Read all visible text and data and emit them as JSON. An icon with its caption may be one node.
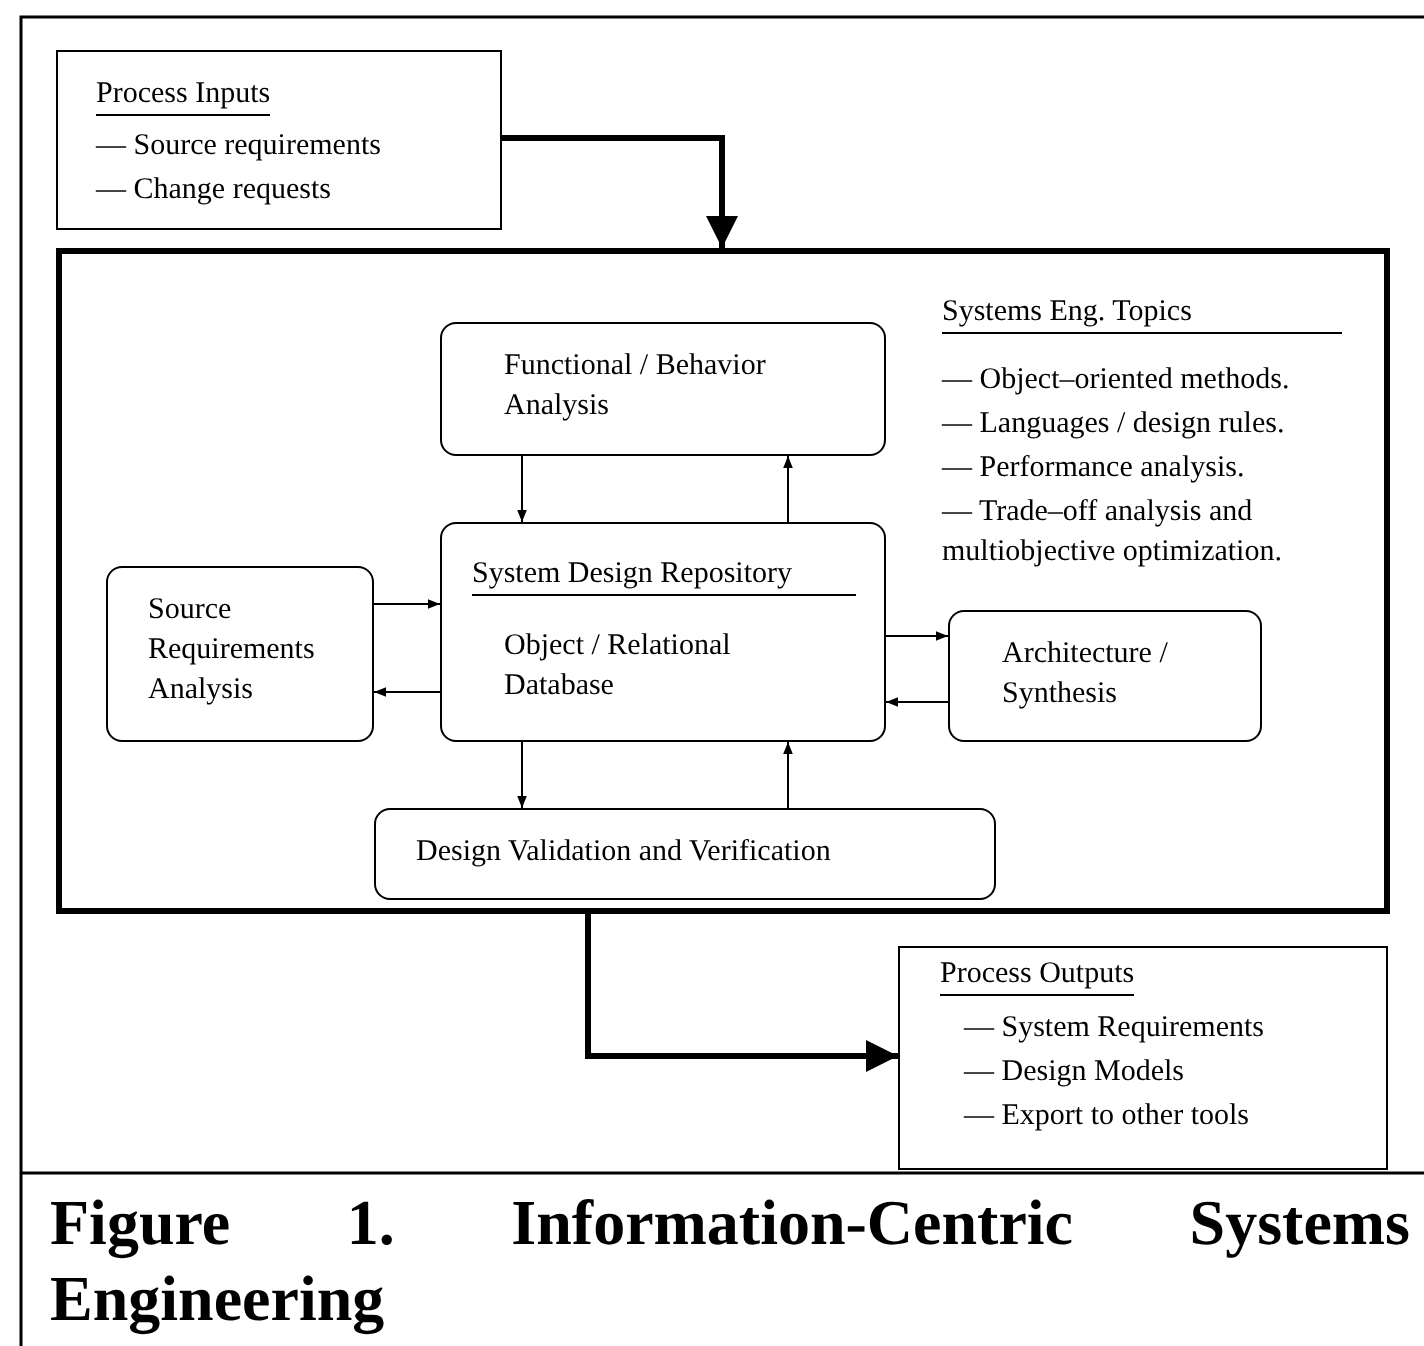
{
  "diagram": {
    "caption": "Figure 1. Information-Centric Systems Engineering",
    "nodes": [
      {
        "text": [
          "Process Inputs",
          "— Source requirements",
          "— Change requests"
        ]
      },
      {
        "text": [
          "Systems Eng. Topics",
          "— Object–oriented methods.",
          "— Languages / design rules.",
          "— Performance analysis.",
          "— Trade–off analysis and multiobjective optimization."
        ]
      },
      {
        "text": [
          "Functional / Behavior Analysis"
        ],
        "in": 1
      },
      {
        "text": [
          "System Design Repository",
          "Object / Relational Database"
        ],
        "in": 1
      },
      {
        "text": [
          "Source Requirements Analysis"
        ],
        "in": 1
      },
      {
        "text": [
          "Architecture / Synthesis"
        ],
        "in": 1
      },
      {
        "text": [
          "Design Validation and Verification"
        ],
        "in": 1
      },
      {
        "text": [
          "Process Outputs",
          "— System Requirements",
          "— Design Models",
          "— Export to other tools"
        ]
      }
    ],
    "edges": [
      {
        "from": 0,
        "to": 1,
        "arrow": "to",
        "style": "thick"
      },
      {
        "from": 2,
        "to": 3,
        "arrow": "to"
      },
      {
        "from": 3,
        "to": 2,
        "arrow": "to"
      },
      {
        "from": 4,
        "to": 3,
        "arrow": "to"
      },
      {
        "from": 3,
        "to": 4,
        "arrow": "to"
      },
      {
        "from": 3,
        "to": 5,
        "arrow": "to"
      },
      {
        "from": 5,
        "to": 3,
        "arrow": "to"
      },
      {
        "from": 3,
        "to": 6,
        "arrow": "to"
      },
      {
        "from": 6,
        "to": 3,
        "arrow": "to"
      },
      {
        "from": 1,
        "to": 7,
        "arrow": "to",
        "style": "thick"
      }
    ]
  }
}
